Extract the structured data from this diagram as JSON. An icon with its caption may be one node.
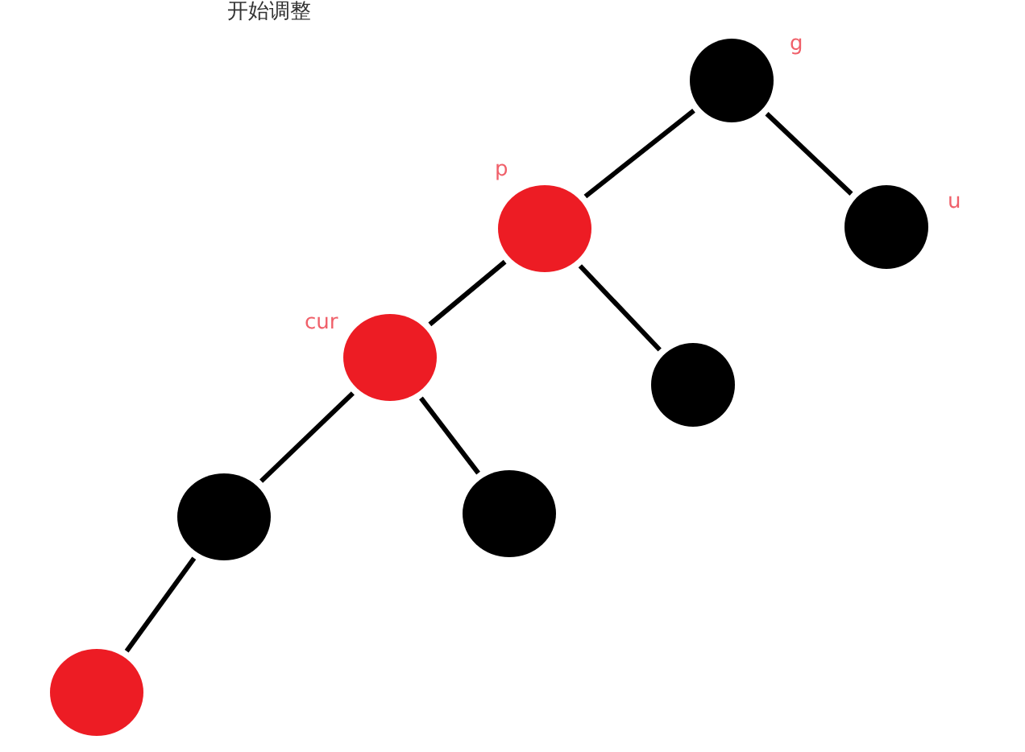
{
  "diagram": {
    "title": "开始调整",
    "nodes": [
      {
        "text": [],
        "shape": "circle",
        "beside": [
          "g"
        ]
      },
      {
        "text": [],
        "shape": "circle",
        "beside": [
          "p"
        ]
      },
      {
        "text": [],
        "shape": "circle",
        "beside": [
          "u"
        ]
      },
      {
        "text": [],
        "shape": "circle",
        "beside": [
          "cur"
        ]
      },
      {
        "text": [],
        "shape": "circle"
      },
      {
        "text": [],
        "shape": "circle"
      },
      {
        "text": [],
        "shape": "circle"
      },
      {
        "text": [],
        "shape": "circle"
      }
    ],
    "edges": [
      {
        "from": 0,
        "to": 1,
        "arrow": "none"
      },
      {
        "from": 0,
        "to": 2,
        "arrow": "none"
      },
      {
        "from": 1,
        "to": 3,
        "arrow": "none"
      },
      {
        "from": 1,
        "to": 4,
        "arrow": "none"
      },
      {
        "from": 3,
        "to": 5,
        "arrow": "none"
      },
      {
        "from": 3,
        "to": 6,
        "arrow": "none"
      },
      {
        "from": 5,
        "to": 7,
        "arrow": "none"
      }
    ]
  }
}
